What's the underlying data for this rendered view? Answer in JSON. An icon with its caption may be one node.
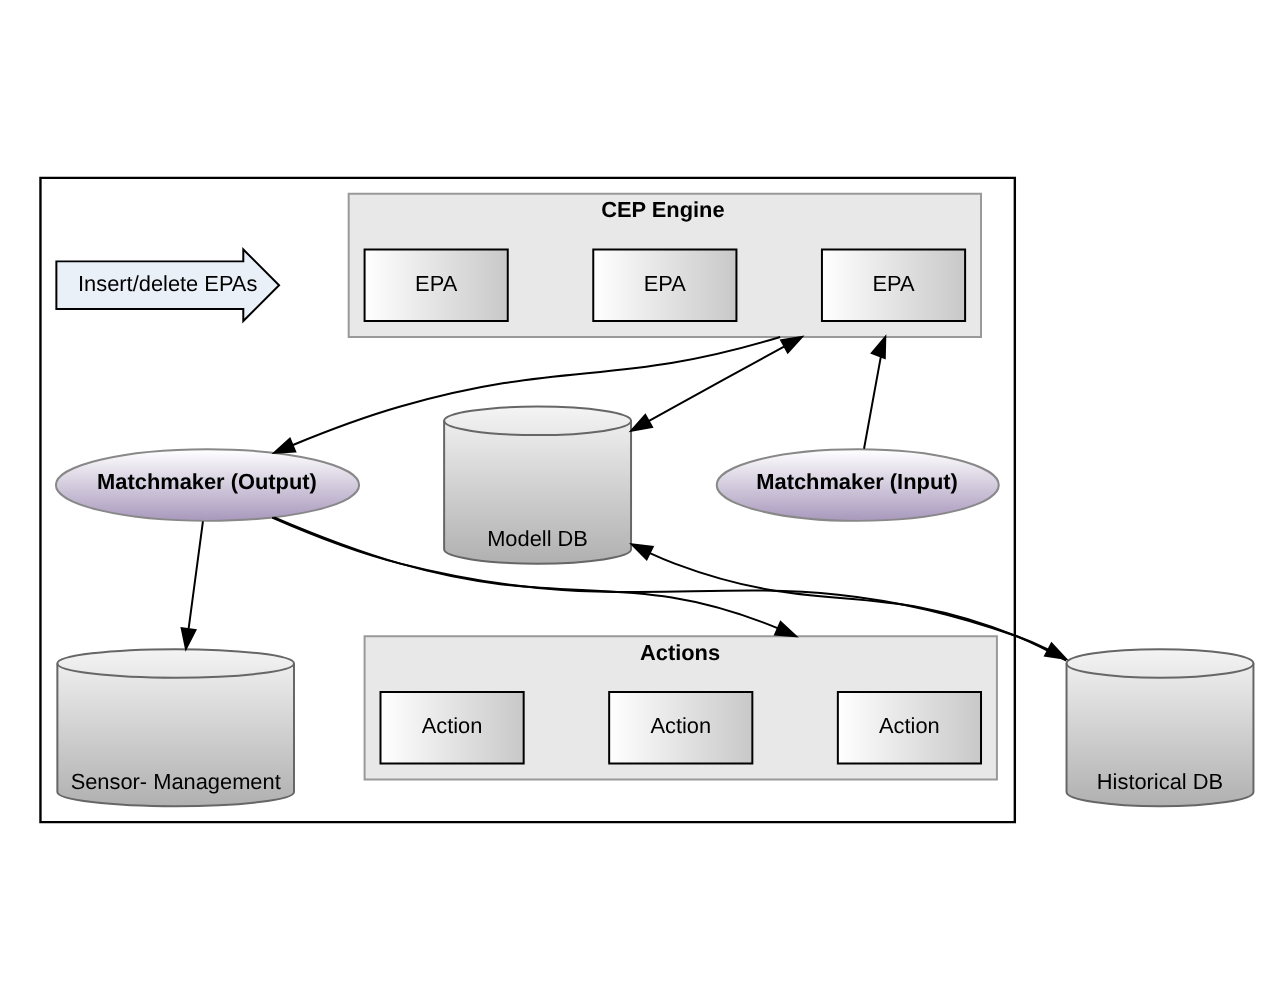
{
  "diagram": {
    "nodes": [
      {
        "text": [],
        "shape": "box"
      },
      {
        "text": [
          "CEP Engine"
        ],
        "in": 0
      },
      {
        "text": [
          "EPA"
        ],
        "in": 1
      },
      {
        "text": [
          "EPA"
        ],
        "in": 1
      },
      {
        "text": [
          "EPA"
        ],
        "in": 1
      },
      {
        "text": [
          "Modell DB"
        ],
        "in": 0
      },
      {
        "text": [
          "Historical DB"
        ]
      },
      {
        "text": [
          "Matchmaker (Output)"
        ],
        "in": 0
      },
      {
        "text": [
          "Matchmaker (Input)"
        ],
        "in": 0
      },
      {
        "text": [
          "Insert/delete EPAs"
        ],
        "in": 0
      },
      {
        "text": [
          "Sensor- Management"
        ],
        "in": 0
      },
      {
        "text": [
          "Actions"
        ],
        "in": 0
      },
      {
        "text": [
          "Action"
        ],
        "in": 11
      },
      {
        "text": [
          "Action"
        ],
        "in": 11
      },
      {
        "text": [
          "Action"
        ],
        "in": 11
      }
    ],
    "edges": [
      {
        "from": 1,
        "to": 5,
        "arrow": "both"
      },
      {
        "from": 6,
        "to": 5,
        "arrow": "to"
      },
      {
        "from": 7,
        "to": 6,
        "arrow": "to"
      },
      {
        "from": 1,
        "to": 7,
        "arrow": "to"
      },
      {
        "from": 8,
        "to": 1,
        "arrow": "to"
      },
      {
        "from": 7,
        "to": 10,
        "arrow": "to"
      },
      {
        "from": 7,
        "to": 11,
        "arrow": "to"
      }
    ]
  }
}
